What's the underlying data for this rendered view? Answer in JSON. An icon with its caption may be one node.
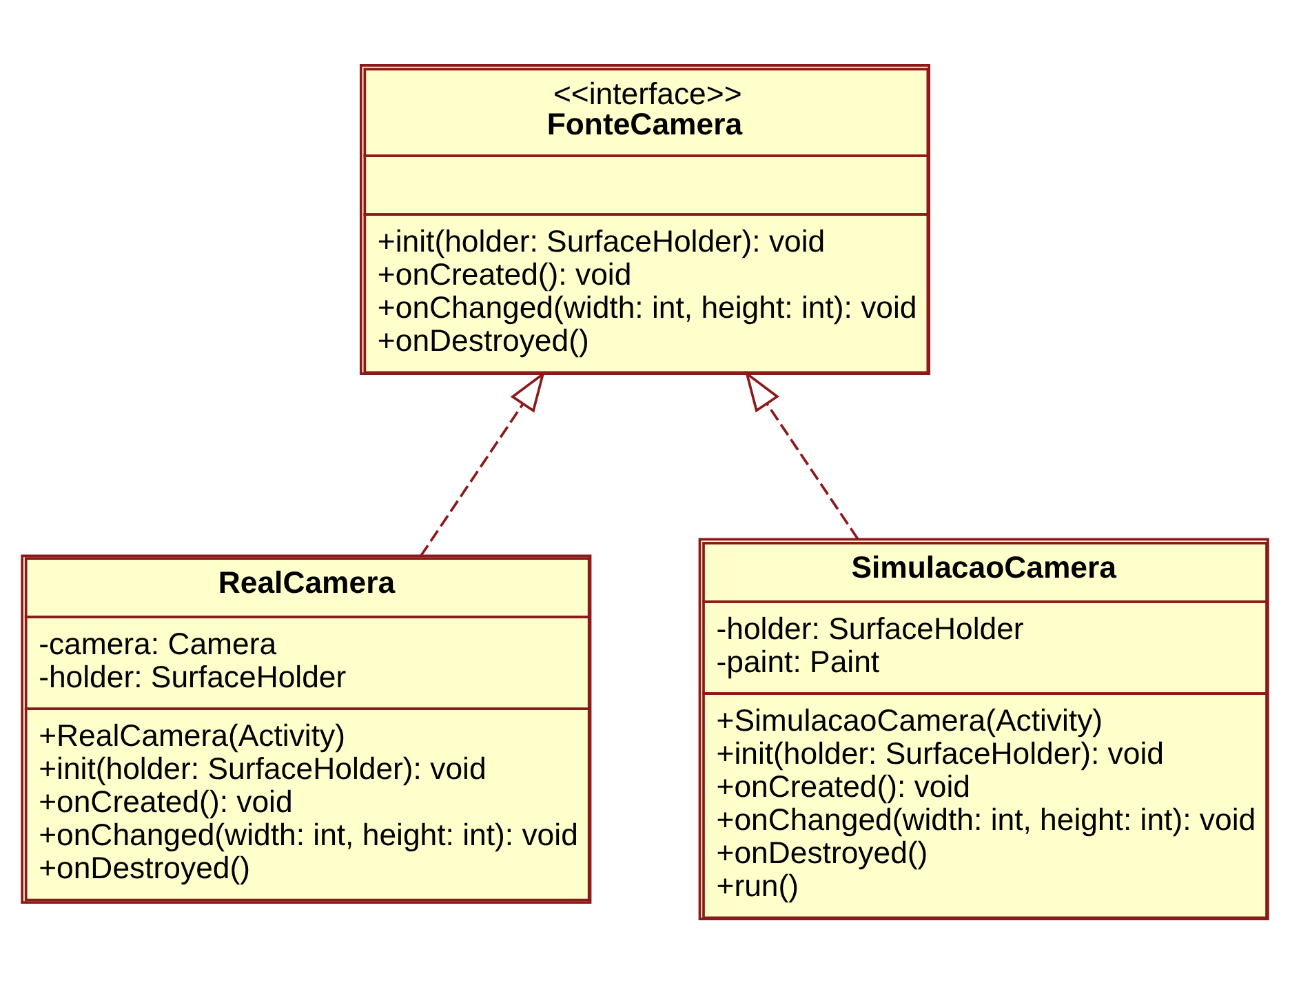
{
  "diagram": {
    "nodes": [
      {
        "text": [
          "<<interface>>",
          "FonteCamera",
          "+init(holder: SurfaceHolder): void",
          "+onCreated(): void",
          "+onChanged(width: int, height: int): void",
          "+onDestroyed()"
        ]
      },
      {
        "text": [
          "RealCamera",
          "-camera: Camera",
          "-holder: SurfaceHolder",
          "+RealCamera(Activity)",
          "+init(holder: SurfaceHolder): void",
          "+onCreated(): void",
          "+onChanged(width: int, height: int): void",
          "+onDestroyed()"
        ]
      },
      {
        "text": [
          "SimulacaoCamera",
          "-holder: SurfaceHolder",
          "-paint: Paint",
          "+SimulacaoCamera(Activity)",
          "+init(holder: SurfaceHolder): void",
          "+onCreated(): void",
          "+onChanged(width: int, height: int): void",
          "+onDestroyed()",
          "+run()"
        ]
      }
    ],
    "edges": [
      {
        "from": 1,
        "to": 0,
        "arrow": "to",
        "style": "dashed"
      },
      {
        "from": 2,
        "to": 0,
        "arrow": "to",
        "style": "dashed"
      }
    ]
  }
}
